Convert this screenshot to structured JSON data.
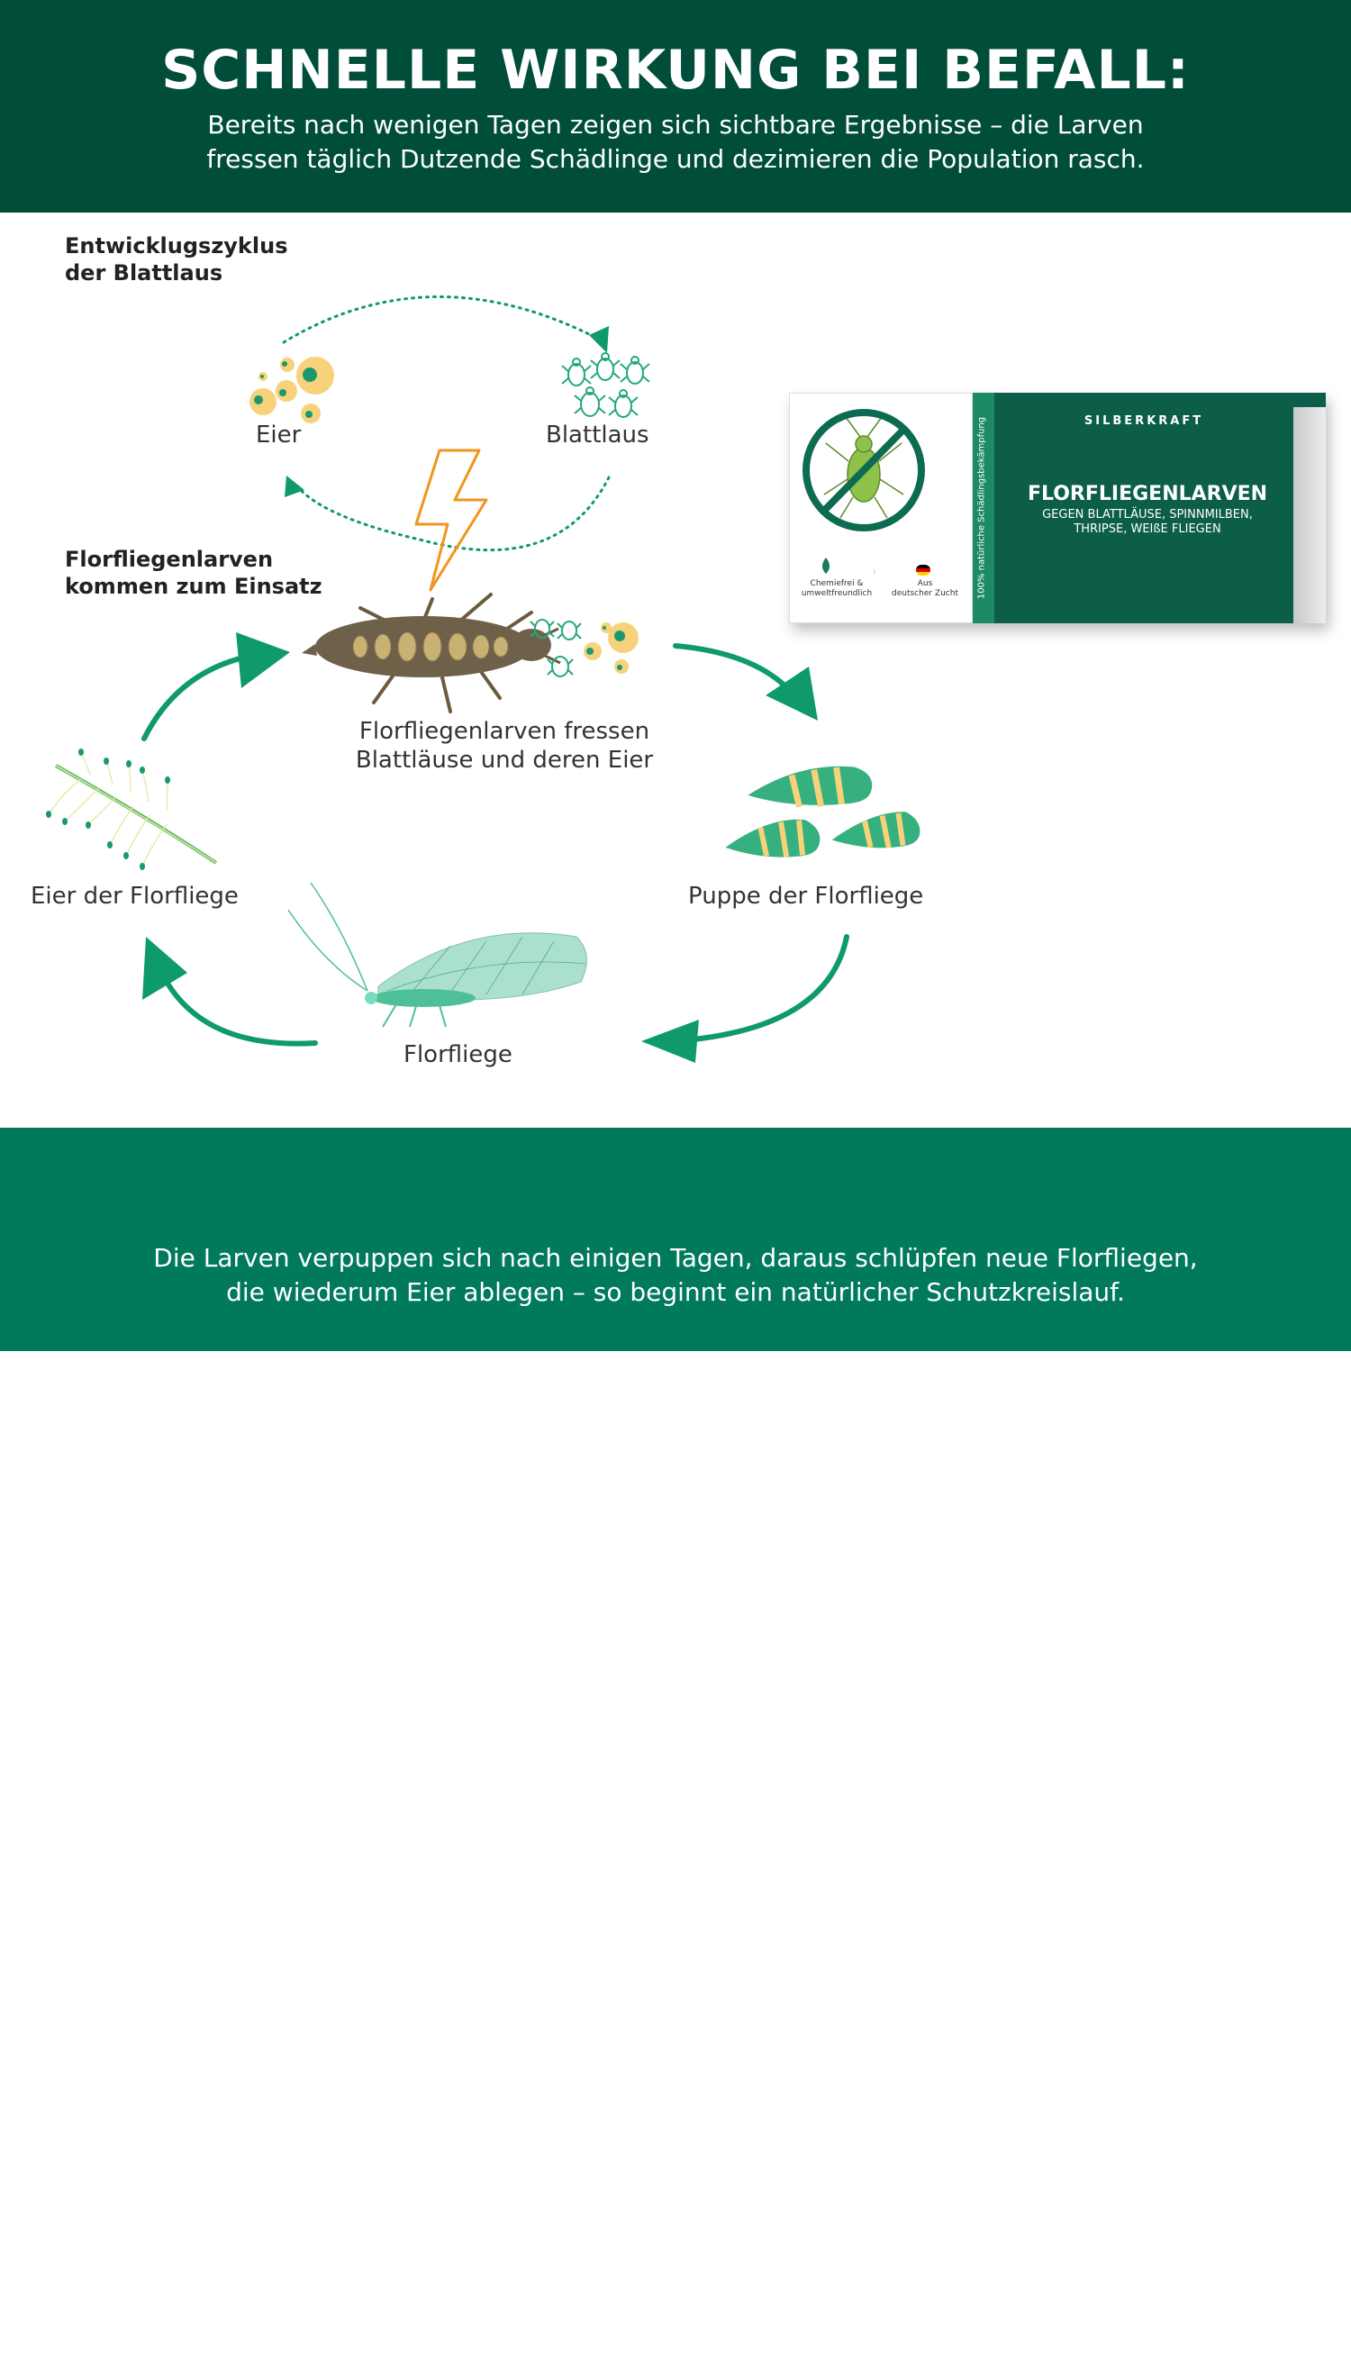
{
  "header": {
    "title": "SCHNELLE WIRKUNG BEI BEFALL:",
    "text_line1": "Bereits nach wenigen Tagen zeigen sich sichtbare Ergebnisse – die Larven",
    "text_line2": "fressen täglich Dutzende Schädlinge und dezimieren die Population rasch."
  },
  "aphid_cycle": {
    "heading_line1": "Entwicklugszyklus",
    "heading_line2": "der Blattlaus",
    "eggs_label": "Eier",
    "aphid_label": "Blattlaus"
  },
  "lacewing_cycle": {
    "heading_line1": "Florfliegenlarven",
    "heading_line2": "kommen zum Einsatz",
    "larva_label_line1": "Florfliegenlarven fressen",
    "larva_label_line2": "Blattläuse und deren Eier",
    "pupa_label": "Puppe der Florfliege",
    "adult_label": "Florfliege",
    "eggs_label": "Eier der Florfliege"
  },
  "product": {
    "brand": "SILBERKRAFT",
    "title": "FLORFLIEGENLARVEN",
    "subtitle_line1": "GEGEN BLATTLÄUSE, SPINNMILBEN,",
    "subtitle_line2": "THRIPSE, WEIßE FLIEGEN",
    "spine_text": "100% natürliche Schädlingsbekämpfung",
    "badge1_line1": "Chemiefrei &",
    "badge1_line2": "umweltfreundlich",
    "badge2_line1": "Aus",
    "badge2_line2": "deutscher Zucht"
  },
  "footer": {
    "title": "LANGFRISTIGER EFFEKT:",
    "text_line1": "Die Larven verpuppen sich nach einigen Tagen, daraus schlüpfen neue Florfliegen,",
    "text_line2": "die wiederum Eier ablegen – so beginnt ein natürlicher Schutzkreislauf."
  },
  "colors": {
    "header_bg": "#004d3a",
    "footer_bg": "#007a5a",
    "arrow_green": "#0e9a6a",
    "egg_yellow": "#f7d27a",
    "bolt_orange": "#f0951e",
    "product_green": "#0c5e49"
  }
}
